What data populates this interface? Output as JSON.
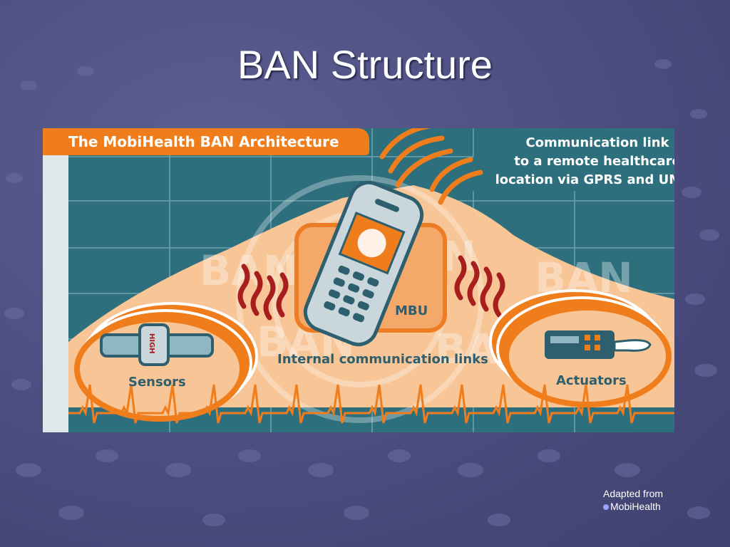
{
  "slide": {
    "title": "BAN Structure"
  },
  "figure": {
    "header": "The MobiHealth BAN Architecture",
    "comm_link": [
      "Communication link",
      "to a remote healthcare",
      "location via GPRS and UMTS"
    ],
    "mbu_label": "MBU",
    "internal_links_label": "Internal communication links",
    "sensors_label": "Sensors",
    "actuators_label": "Actuators",
    "watch_label": "HIGH",
    "watermark": "BAN"
  },
  "credit": {
    "line1": "Adapted from",
    "line2": "MobiHealth"
  }
}
